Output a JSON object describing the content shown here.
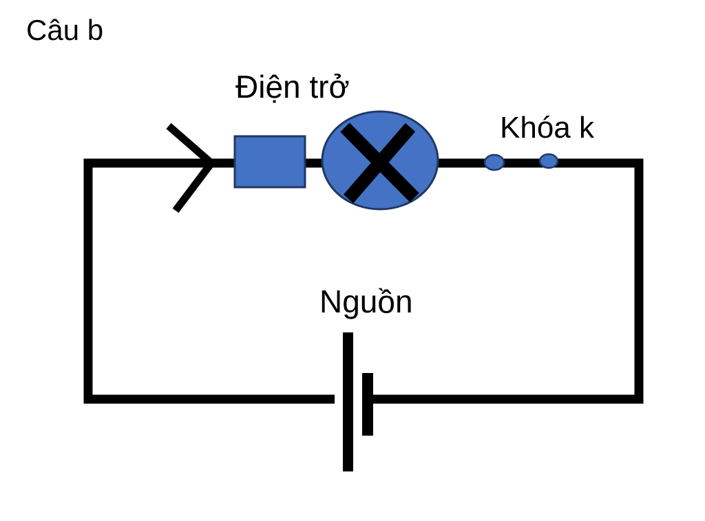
{
  "title": "Câu b",
  "diagram": {
    "labels": {
      "resistor": "Điện trở",
      "switch": "Khóa k",
      "source": "Nguồn"
    },
    "shapes": {
      "current_arrow": "right-chevron-arrow",
      "resistor": "filled-rectangle",
      "lamp": "circle-with-x",
      "switch": "two-dots-on-wire",
      "battery": "long-and-short-plates"
    }
  },
  "colors": {
    "background": "#ffffff",
    "wire": "#000000",
    "text": "#000000",
    "component_fill": "#4472C4",
    "component_border": "#1F3864"
  }
}
